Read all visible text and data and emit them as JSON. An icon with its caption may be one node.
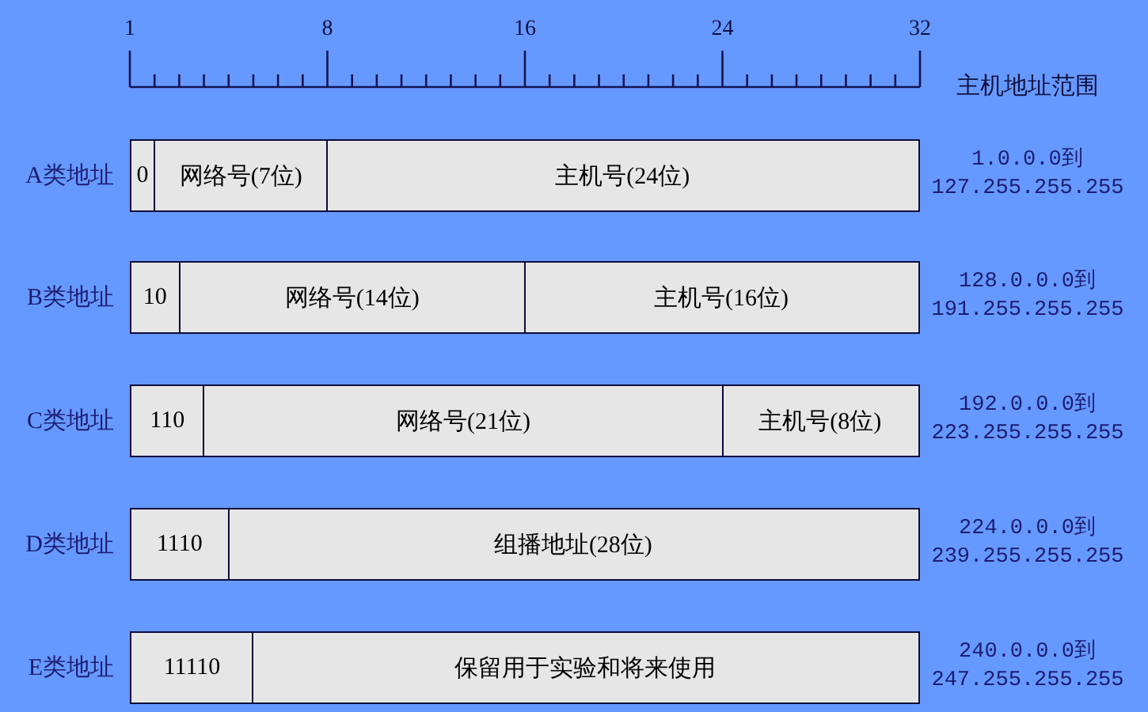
{
  "diagram": {
    "nodes": [
      {
        "text": [
          "A类地址"
        ],
        "beside": [
          "1.0.0.0到 127.255.255.255"
        ]
      },
      {
        "text": [
          "0"
        ],
        "in": 0
      },
      {
        "text": [
          "网络号(7位)"
        ],
        "in": 0
      },
      {
        "text": [
          "主机号(24位)"
        ],
        "in": 0
      },
      {
        "text": [
          "B类地址"
        ],
        "beside": [
          "128.0.0.0到 191.255.255.255"
        ]
      },
      {
        "text": [
          "10"
        ],
        "in": 4
      },
      {
        "text": [
          "网络号(14位)"
        ],
        "in": 4
      },
      {
        "text": [
          "主机号(16位)"
        ],
        "in": 4
      },
      {
        "text": [
          "C类地址"
        ],
        "beside": [
          "192.0.0.0到 223.255.255.255"
        ]
      },
      {
        "text": [
          "110"
        ],
        "in": 8
      },
      {
        "text": [
          "网络号(21位)"
        ],
        "in": 8
      },
      {
        "text": [
          "主机号(8位)"
        ],
        "in": 8
      },
      {
        "text": [
          "D类地址"
        ],
        "beside": [
          "224.0.0.0到 239.255.255.255"
        ]
      },
      {
        "text": [
          "1110"
        ],
        "in": 12
      },
      {
        "text": [
          "组播地址(28位)"
        ],
        "in": 12
      },
      {
        "text": [
          "E类地址"
        ],
        "beside": [
          "240.0.0.0到 247.255.255.255"
        ]
      },
      {
        "text": [
          "11110"
        ],
        "in": 15
      },
      {
        "text": [
          "保留用于实验和将来使用"
        ],
        "in": 15
      }
    ],
    "labels": [
      "1",
      "8",
      "16",
      "24",
      "32",
      "主机地址范围"
    ]
  }
}
